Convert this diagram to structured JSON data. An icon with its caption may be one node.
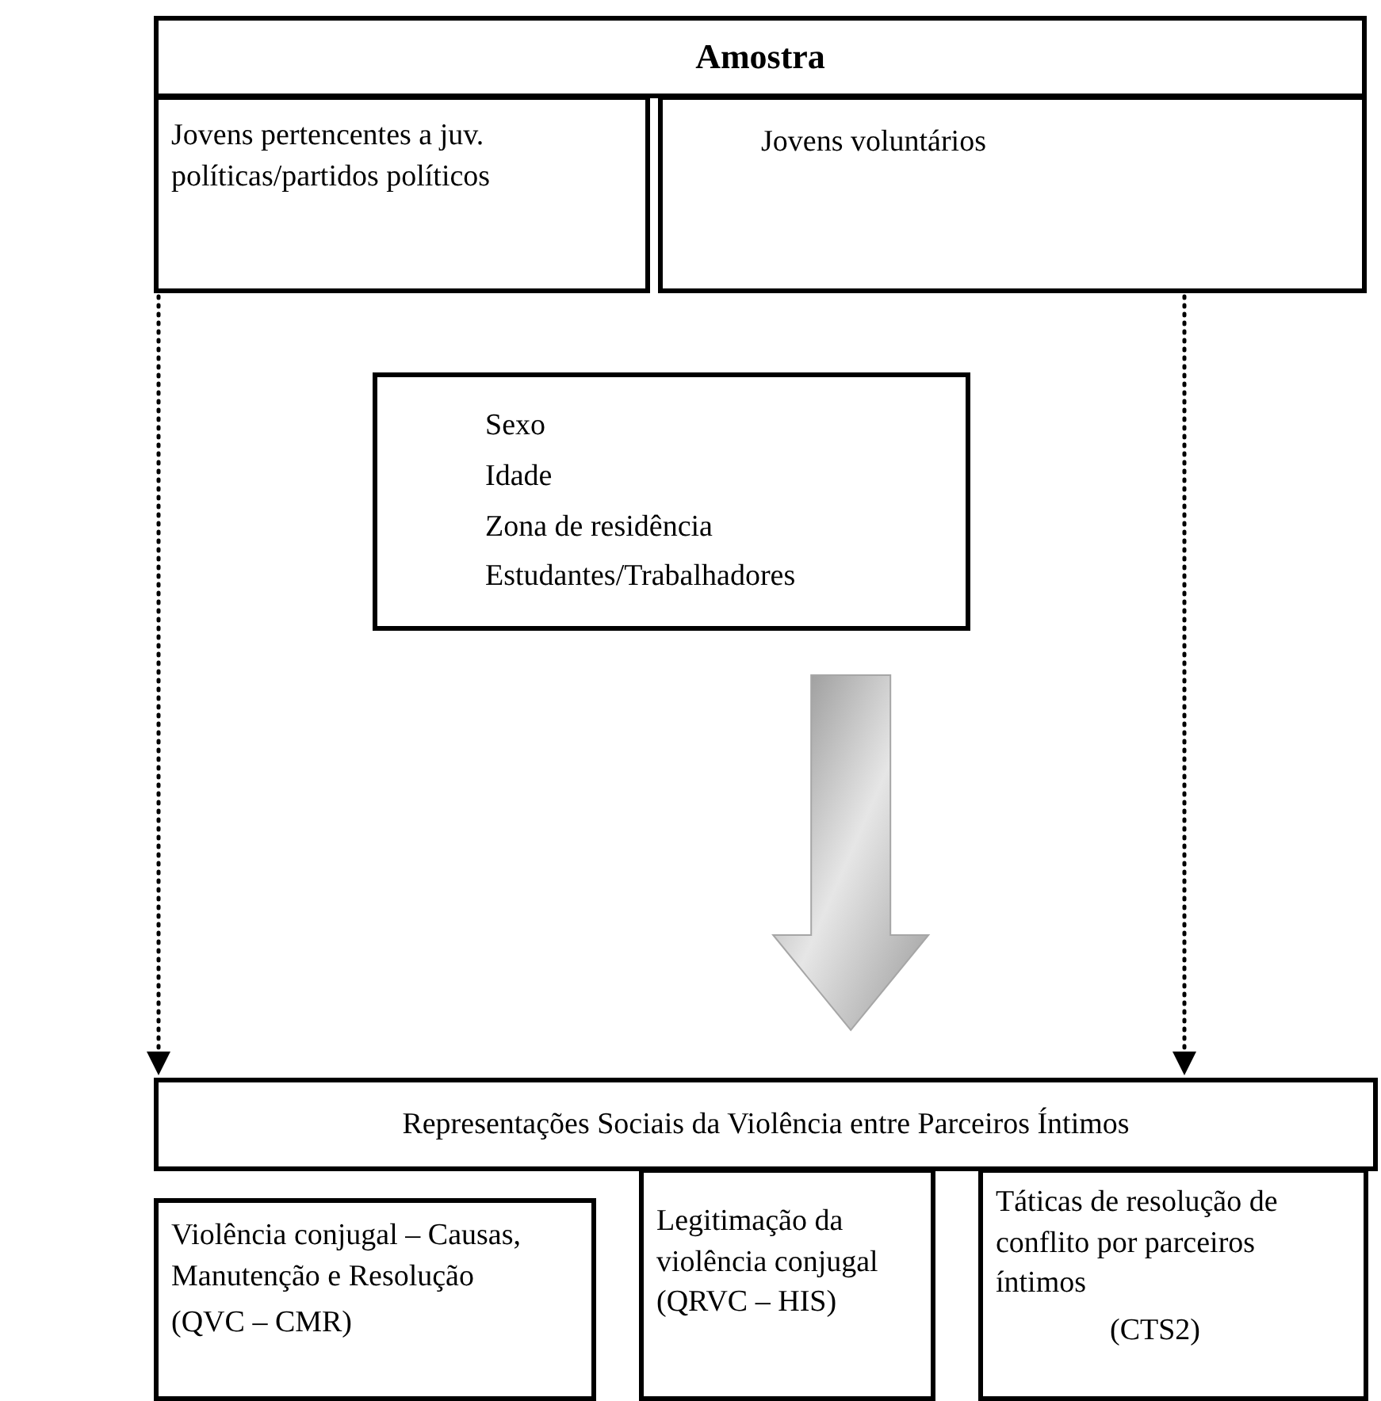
{
  "diagram": {
    "nodes": [
      {
        "text": [
          "Amostra"
        ]
      },
      {
        "text": [
          "Jovens pertencentes a juv. políticas/partidos políticos"
        ]
      },
      {
        "text": [
          "Jovens voluntários"
        ]
      },
      {
        "text": [
          "Sexo",
          "Idade",
          "Zona de residência",
          "Estudantes/Trabalhadores"
        ]
      },
      {
        "text": [
          "Representações Sociais da Violência entre Parceiros Íntimos"
        ]
      },
      {
        "text": [
          "Violência conjugal – Causas, Manutenção e Resolução",
          "(QVC – CMR)"
        ]
      },
      {
        "text": [
          "Legitimação da violência conjugal",
          "(QRVC – HIS)"
        ]
      },
      {
        "text": [
          "Táticas de resolução de conflito por parceiros íntimos",
          "(CTS2)"
        ]
      }
    ],
    "edges": [
      {
        "from": 1,
        "to": 4,
        "arrow": "to",
        "style": "dashed"
      },
      {
        "from": 2,
        "to": 4,
        "arrow": "to",
        "style": "dashed"
      },
      {
        "from": 3,
        "to": 4,
        "arrow": "to",
        "style": "thick",
        "color": "#a6a6a6"
      }
    ]
  }
}
